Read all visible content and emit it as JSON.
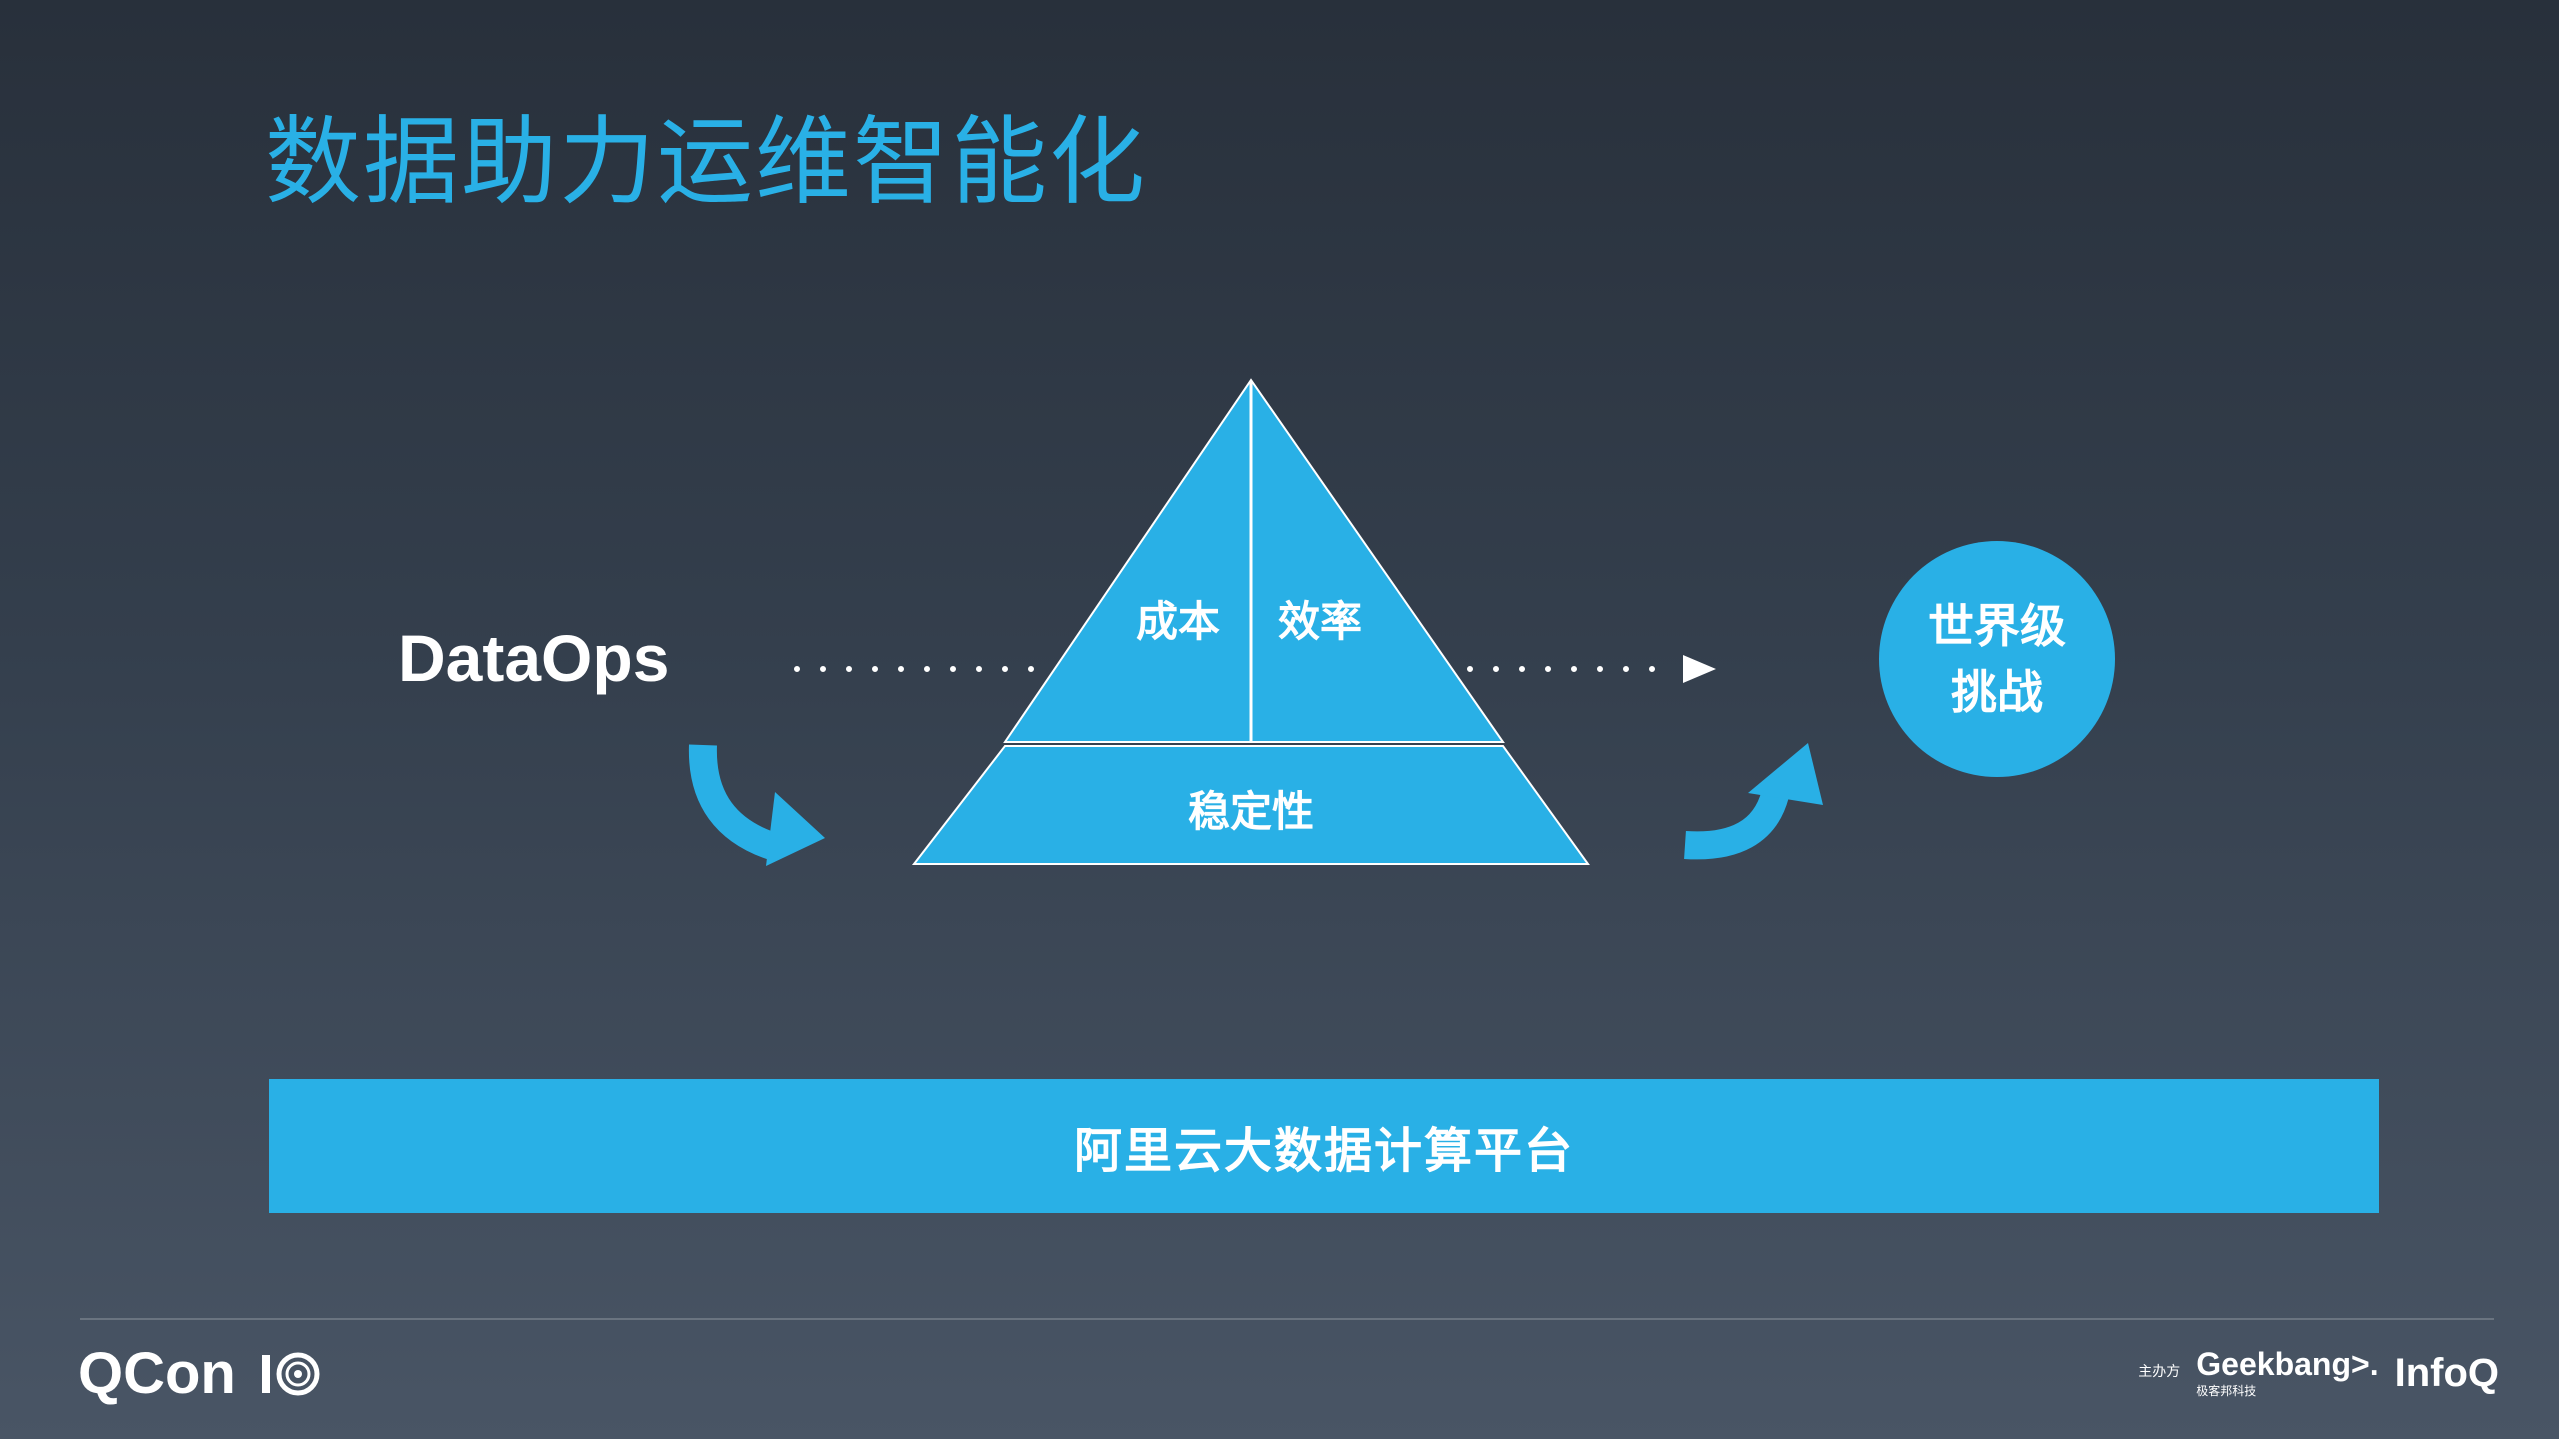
{
  "title": "数据助力运维智能化",
  "left_label": "DataOps",
  "pyramid": {
    "top_left": "成本",
    "top_right": "效率",
    "base": "稳定性"
  },
  "goal": "世界级挑战",
  "platform": "阿里云大数据计算平台",
  "footer": {
    "conference": "QCon",
    "host_label": "主办方",
    "sponsor_1": "Geekbang>.",
    "sponsor_1_cn": "极客邦科技",
    "sponsor_2": "InfoQ"
  },
  "colors": {
    "accent": "#29b0e6",
    "background_top": "#28303b",
    "background_bottom": "#495565",
    "text": "#ffffff"
  },
  "icons": [
    "curved-arrow-down-right-icon",
    "curved-arrow-up-right-icon",
    "dotted-arrow-icon",
    "qcon-10-badge-icon"
  ]
}
